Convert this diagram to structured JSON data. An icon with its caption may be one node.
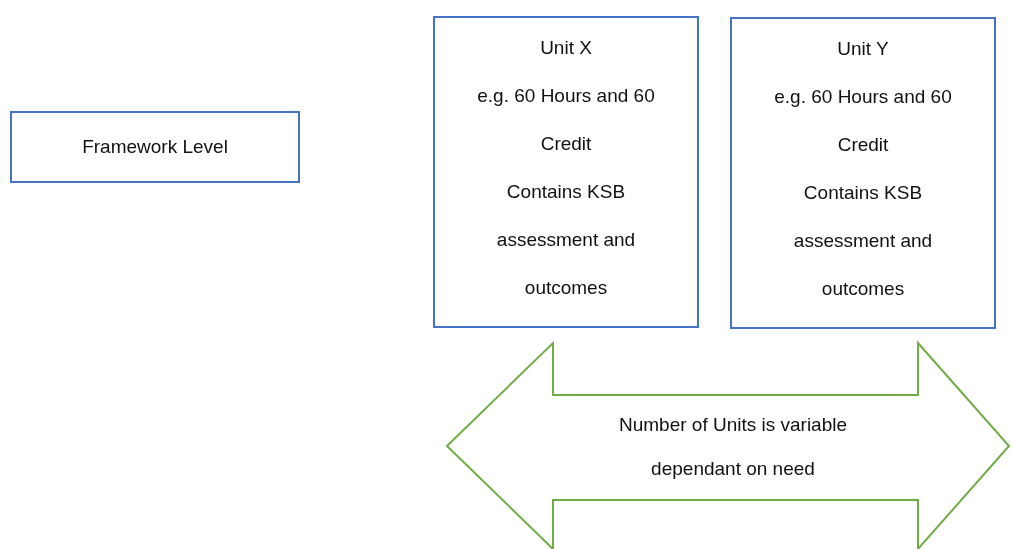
{
  "diagram": {
    "nodes": [
      {
        "text": [
          "Framework Level"
        ]
      },
      {
        "text": [
          "Unit X",
          "e.g. 60 Hours and 60 Credit",
          "Contains KSB assessment and outcomes"
        ]
      },
      {
        "text": [
          "Unit Y",
          "e.g. 60 Hours and 60 Credit",
          "Contains KSB assessment and outcomes"
        ]
      },
      {
        "text": [
          "Number of Units is variable dependant on need"
        ]
      }
    ]
  }
}
